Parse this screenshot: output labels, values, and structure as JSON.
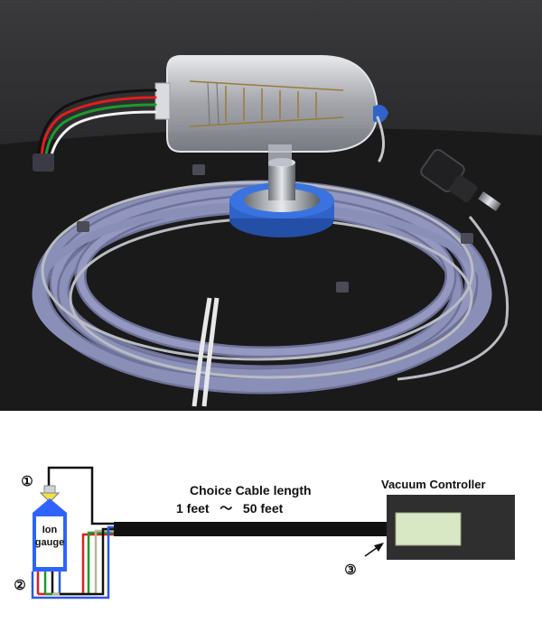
{
  "diagram": {
    "gauge_label_line1": "Ion",
    "gauge_label_line2": "gauge",
    "cable_caption_line1": "Choice Cable length",
    "cable_caption_line2": "1 feet   ～   50 feet",
    "controller_label": "Vacuum Controller",
    "markers": {
      "m1": "①",
      "m2": "②",
      "m3": "③"
    }
  },
  "colors": {
    "photo_background": "#1f1f21",
    "cable_purple": "#8a8fb8",
    "cable_gray": "#b9bcc2",
    "flange_blue": "#2f63c8",
    "gauge_fill": "#2f63ff",
    "gauge_text_bg": "#ffffff",
    "controller_body": "#2f2f2f",
    "display_fill": "#d9e8c4",
    "wire_red": "#e21d1d",
    "wire_green": "#1e9a2d",
    "wire_blue": "#2f56e6"
  }
}
